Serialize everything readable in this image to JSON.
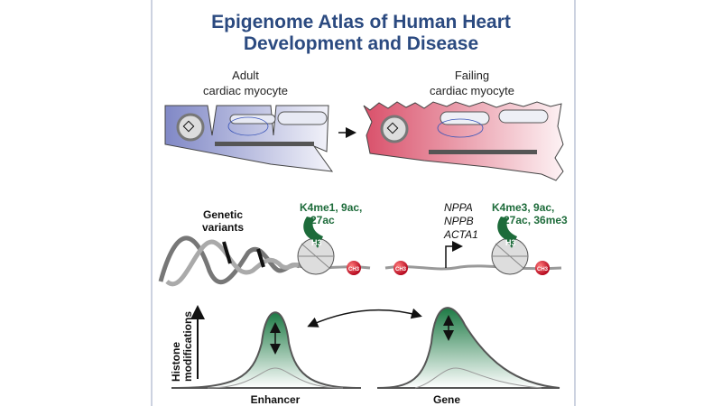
{
  "title": {
    "line1": "Epigenome Atlas of Human Heart",
    "line2": "Development and Disease"
  },
  "cells": {
    "adult": {
      "line1": "Adult",
      "line2": "cardiac myocyte"
    },
    "failing": {
      "line1": "Failing",
      "line2": "cardiac myocyte"
    }
  },
  "chromatin": {
    "genetic_variants": {
      "line1": "Genetic",
      "line2": "variants"
    },
    "enhancer_marks": {
      "line1": "K4me1, 9ac,",
      "line2": "27ac"
    },
    "gene_marks": {
      "line1": "K4me3, 9ac,",
      "line2": "27ac, 36me3"
    },
    "genes": [
      "NPPA",
      "NPPB",
      "ACTA1"
    ],
    "histone_label": "H3",
    "methyl_label": "CH3"
  },
  "profiles": {
    "axis_label_line1": "Histone",
    "axis_label_line2": "modifications",
    "enhancer_label": "Enhancer",
    "gene_label": "Gene"
  },
  "colors": {
    "title": "#2b4a80",
    "adult": "#7b84c4",
    "failing": "#d9506a",
    "marks": "#1d6b3a",
    "methyl": "#c8102e"
  }
}
